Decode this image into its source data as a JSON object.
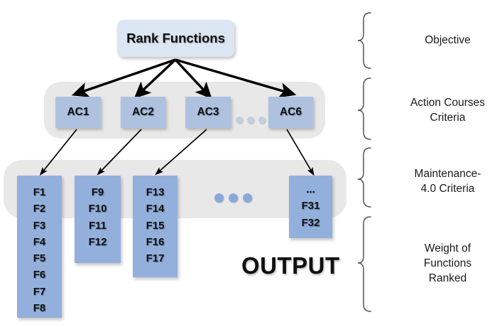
{
  "diagram": {
    "title_box": {
      "label": "Rank Functions"
    },
    "action_courses": [
      {
        "id": "ac1",
        "label": "AC1"
      },
      {
        "id": "ac2",
        "label": "AC2"
      },
      {
        "id": "ac3",
        "label": "AC3"
      },
      {
        "id": "ac6",
        "label": "AC6"
      }
    ],
    "ac_ellipsis": "...",
    "function_columns": [
      {
        "id": "col1",
        "items": [
          "F1",
          "F2",
          "F3",
          "F4",
          "F5",
          "F6",
          "F7",
          "F8"
        ]
      },
      {
        "id": "col2",
        "items": [
          "F9",
          "F10",
          "F11",
          "F12"
        ]
      },
      {
        "id": "col3",
        "items": [
          "F13",
          "F14",
          "F15",
          "F16",
          "F17"
        ]
      },
      {
        "id": "col4",
        "items": [
          "...",
          "F31",
          "F32"
        ]
      }
    ],
    "function_ellipsis": "...",
    "output_label": "OUTPUT",
    "legend": [
      {
        "id": "objective",
        "label": "Objective"
      },
      {
        "id": "action-courses-criteria",
        "label": "Action Courses\nCriteria"
      },
      {
        "id": "maintenance-criteria",
        "label": "Maintenance-\n4.0 Criteria"
      },
      {
        "id": "weight-of-functions",
        "label": "Weight of\nFunctions\nRanked"
      }
    ],
    "colors": {
      "objective_box": "#dce6f2",
      "ac_box": "#aec2e0",
      "function_box": "#93b0dd",
      "band_panel": "#e8e8e8",
      "ac_dot": "#c3cfe0",
      "function_dot": "#8aa9da",
      "text": "#111111",
      "arrow": "#000000",
      "brace": "#555555"
    }
  }
}
